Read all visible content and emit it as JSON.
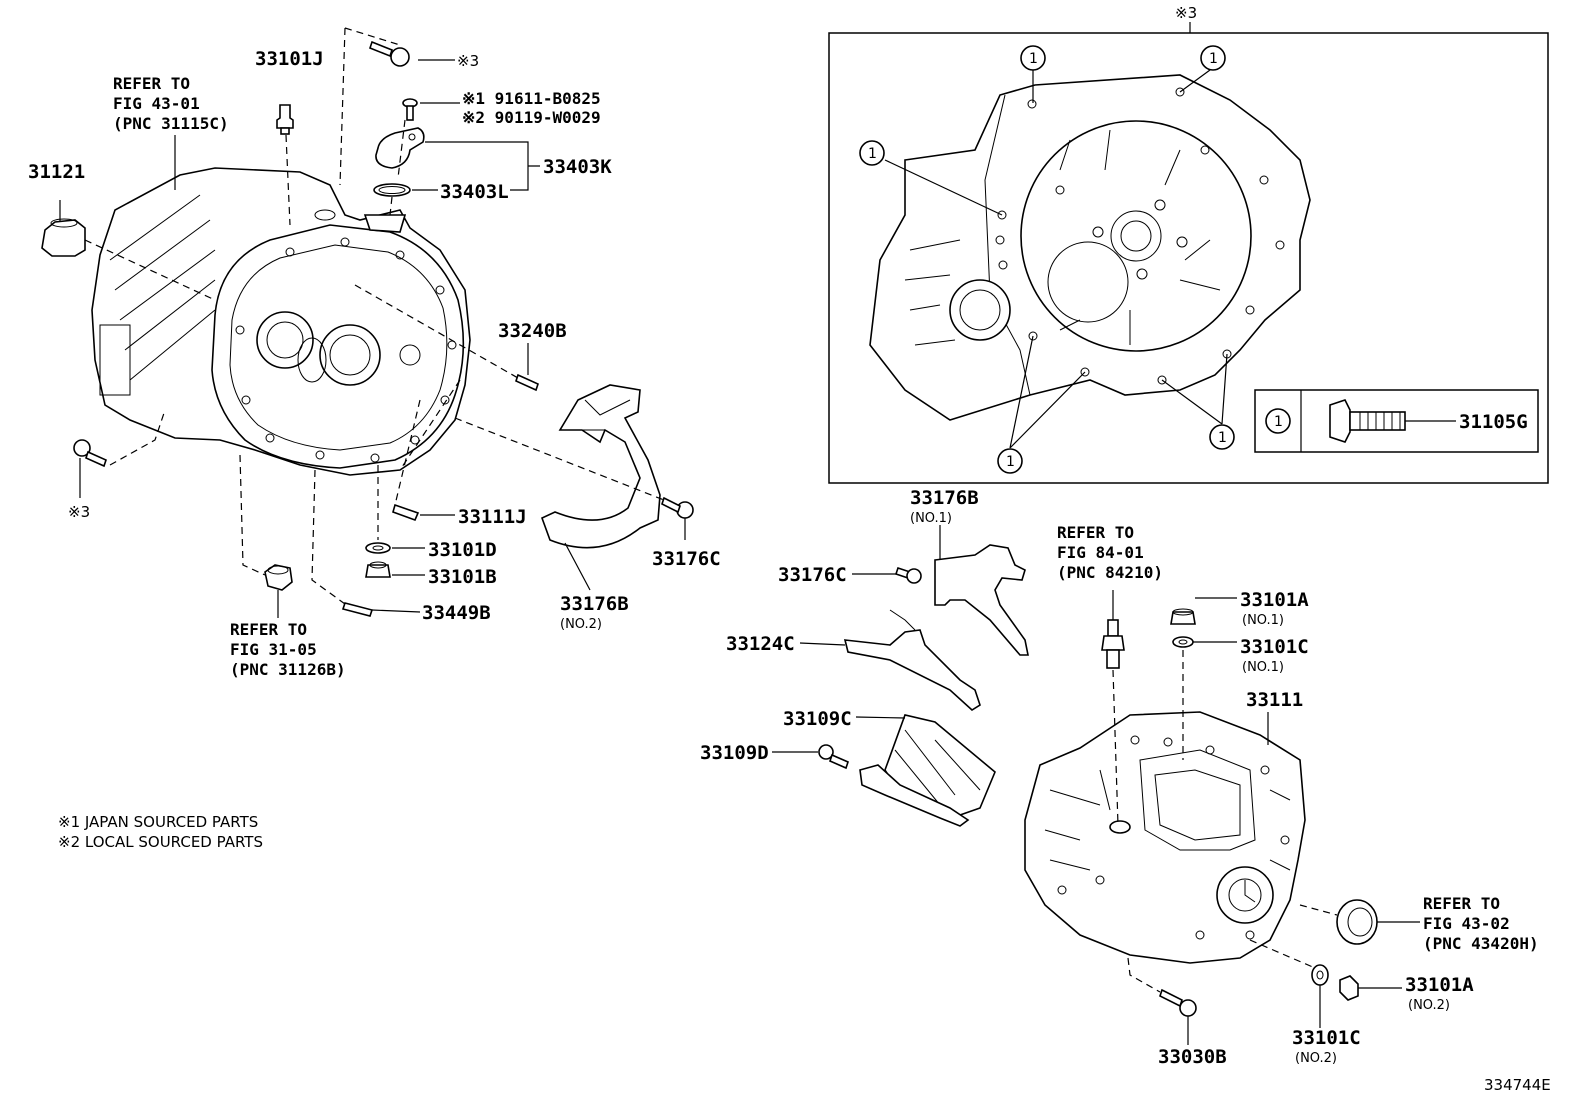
{
  "labels": {
    "p33101J": "33101J",
    "p31121": "31121",
    "p33403K": "33403K",
    "p33403L": "33403L",
    "p33240B": "33240B",
    "p33111J": "33111J",
    "p33101D": "33101D",
    "p33101B": "33101B",
    "p33449B": "33449B",
    "p33176B_left": "33176B",
    "p33176B_left_sub": "(NO.2)",
    "p33176C_left": "33176C",
    "p33176B_right": "33176B",
    "p33176B_right_sub": "(NO.1)",
    "p33176C_right": "33176C",
    "p33124C": "33124C",
    "p33109C": "33109C",
    "p33109D": "33109D",
    "p33101A_top": "33101A",
    "p33101A_top_sub": "(NO.1)",
    "p33101C_top": "33101C",
    "p33101C_top_sub": "(NO.1)",
    "p33111": "33111",
    "p33101A_bottom": "33101A",
    "p33101A_bottom_sub": "(NO.2)",
    "p33101C_bottom": "33101C",
    "p33101C_bottom_sub": "(NO.2)",
    "p33030B": "33030B",
    "p31105G": "31105G"
  },
  "refs": {
    "ref_43_01": [
      "REFER TO",
      "FIG 43-01",
      "(PNC 31115C)"
    ],
    "ref_31_05": [
      "REFER TO",
      "FIG 31-05",
      "(PNC 31126B)"
    ],
    "ref_84_01": [
      "REFER TO",
      "FIG 84-01",
      "(PNC 84210)"
    ],
    "ref_43_02": [
      "REFER TO",
      "FIG 43-02",
      "(PNC 43420H)"
    ]
  },
  "markers": {
    "x3_top": "※3",
    "x3_left": "※3",
    "x3_inset": "※3",
    "x1_part": "※1 91611-B0825",
    "x2_part": "※2 90119-W0029",
    "circle_one": "1"
  },
  "notes": {
    "note1": "※1 JAPAN SOURCED PARTS",
    "note2": "※2 LOCAL SOURCED PARTS"
  },
  "figure_code": "334744E"
}
